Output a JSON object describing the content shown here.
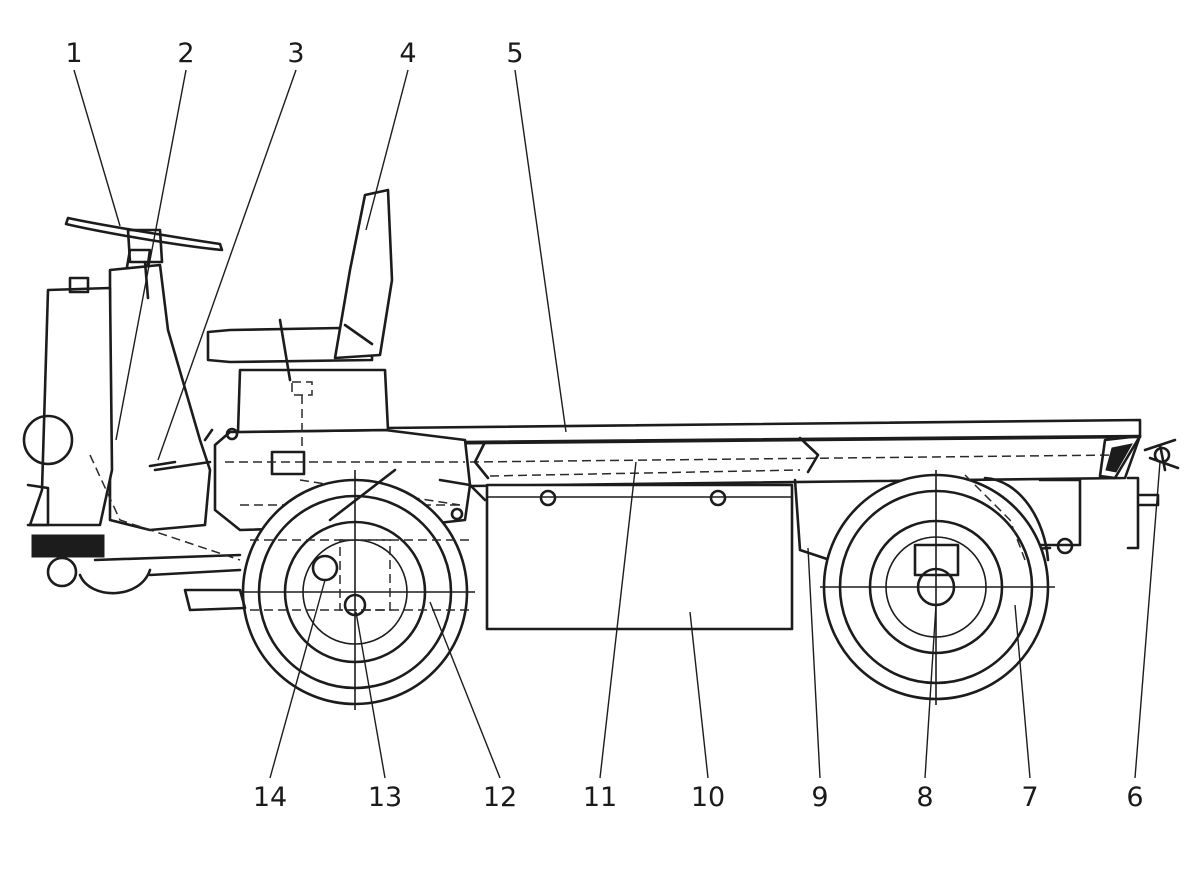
{
  "callouts": [
    {
      "num": "1"
    },
    {
      "num": "2"
    },
    {
      "num": "3"
    },
    {
      "num": "4"
    },
    {
      "num": "5"
    },
    {
      "num": "6"
    },
    {
      "num": "7"
    },
    {
      "num": "8"
    },
    {
      "num": "9"
    },
    {
      "num": "10"
    },
    {
      "num": "11"
    },
    {
      "num": "12"
    },
    {
      "num": "13"
    },
    {
      "num": "14"
    }
  ]
}
